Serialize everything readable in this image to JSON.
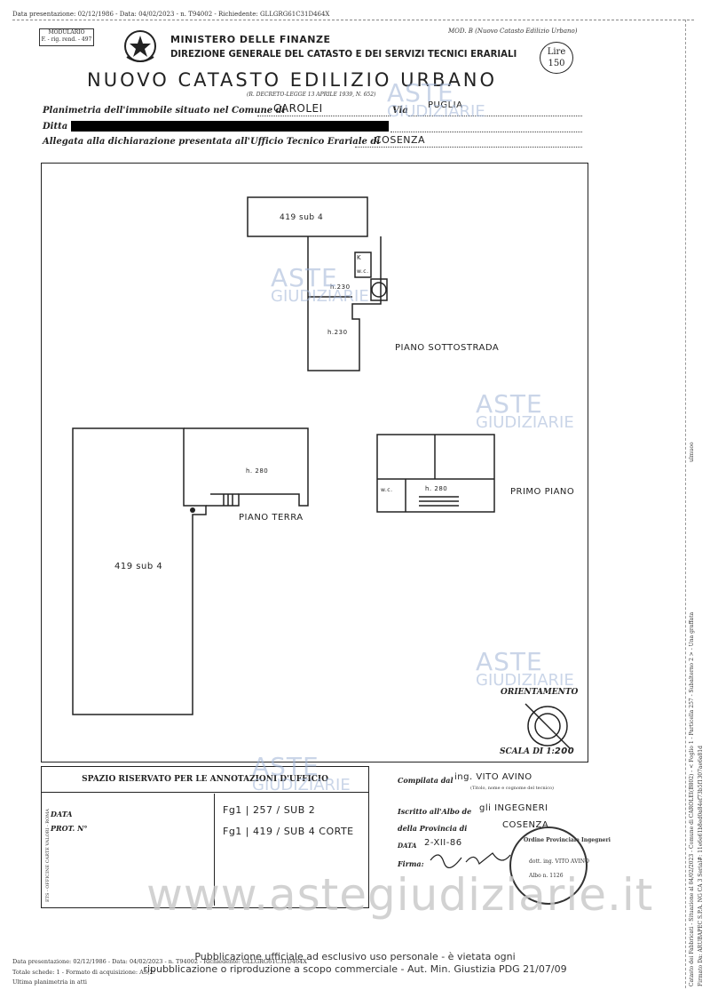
{
  "header_meta": {
    "top_line": "Data presentazione: 02/12/1986 - Data: 04/02/2023 - n. T94002 - Richiedente: GLLGRG61C31D464X",
    "modulario": "MODULARIO",
    "modulario_code": "F. - rig. rend. - 497",
    "mod_b": "MOD. B (Nuovo Catasto Edilizio Urbano)"
  },
  "ministry": {
    "line1": "MINISTERO DELLE FINANZE",
    "line2": "DIREZIONE GENERALE DEL CATASTO E DEI SERVIZI TECNICI ERARIALI",
    "title": "NUOVO CATASTO EDILIZIO URBANO",
    "decree": "(R. DECRETO-LEGGE 13 APRILE 1939, N. 652)",
    "stamp_label": "Lire",
    "stamp_value": "150"
  },
  "form": {
    "planimetria_label": "Planimetria dell'immobile situato nel Comune di",
    "comune": "CAROLEI",
    "via_label": "Via",
    "via": "PUGLIA",
    "ditta_label": "Ditta",
    "allegata_label": "Allegata alla dichiarazione presentata all'Ufficio Tecnico Erariale di",
    "ufficio": "COSENZA"
  },
  "plan_labels": {
    "sub_top": "419 sub 4",
    "piano_sottostrada": "PIANO SOTTOSTRADA",
    "h230_a": "h.230",
    "h230_b": "h.230",
    "k": "K",
    "wc": "w.c.",
    "h280_terra": "h. 280",
    "piano_terra": "PIANO TERRA",
    "sub_large": "419 sub 4",
    "h280_primo": "h. 280",
    "wc_primo": "w.c.",
    "primo_piano": "PRIMO PIANO",
    "orientamento": "ORIENTAMENTO",
    "scala": "SCALA DI 1:",
    "scala_value": "200"
  },
  "office_box": {
    "title": "SPAZIO RISERVATO PER LE ANNOTAZIONI D'UFFICIO",
    "data_label": "DATA",
    "prot_label": "PROT. N°",
    "note1": "Fg1 | 257 / SUB 2",
    "note2": "Fg1 | 419 / SUB 4 CORTE"
  },
  "compiler": {
    "compilata_label": "Compilata dal",
    "compilata_value": "ing. VITO AVINO",
    "compilata_hint": "(Titolo, nome e cognome del tecnico)",
    "iscritto_label": "Iscritto all'Albo de",
    "iscritto_value": "gli INGEGNERI",
    "provincia_label": "della Provincia di",
    "provincia_value": "COSENZA",
    "data_label": "DATA",
    "data_value": "2-XII-86",
    "firma_label": "Firma:",
    "seal_text": "Ordine Provinciale Ingegneri",
    "seal_name": "dott. ing. VITO AVINO",
    "seal_albo": "Albo n. 1126"
  },
  "watermarks": {
    "aste": "ASTE",
    "giudiziarie": "GIUDIZIARIE",
    "site": "www.astegiudiziarie.it",
    "pub_line1": "Pubblicazione ufficiale ad esclusivo uso personale - è vietata ogni",
    "pub_line2": "ripubblicazione o riproduzione a scopo commerciale - Aut. Min. Giustizia PDG 21/07/09"
  },
  "footer": {
    "line1": "Data presentazione: 02/12/1986 - Data: 04/02/2023 - n. T94002 - Richiedente: GLLGRG61C31D464X",
    "line2": "Totale schede: 1 - Formato di acquisizione: A3(297x420) - Formato stampa richiesto: A4(210x297)",
    "line3": "Ultima planimetria in atti"
  },
  "side": {
    "right_text": "Catasto dei Fabbricati - Situazione al 04/02/2023 - Comune di CAROLEI(B802) - < Foglio 1 - Particella 257 - Subalterno 2 > - Una graffata",
    "right_text2": "Firmato Da: ARUBAPEC S.P.A. NG CA 3 Serial#: 11e6e61b8ed0a84ef73b5f1307ae6a81d",
    "right_short": "ulmuoo",
    "left_small": "ETS - OFFICINE CARTE VALORI - ROMA"
  }
}
